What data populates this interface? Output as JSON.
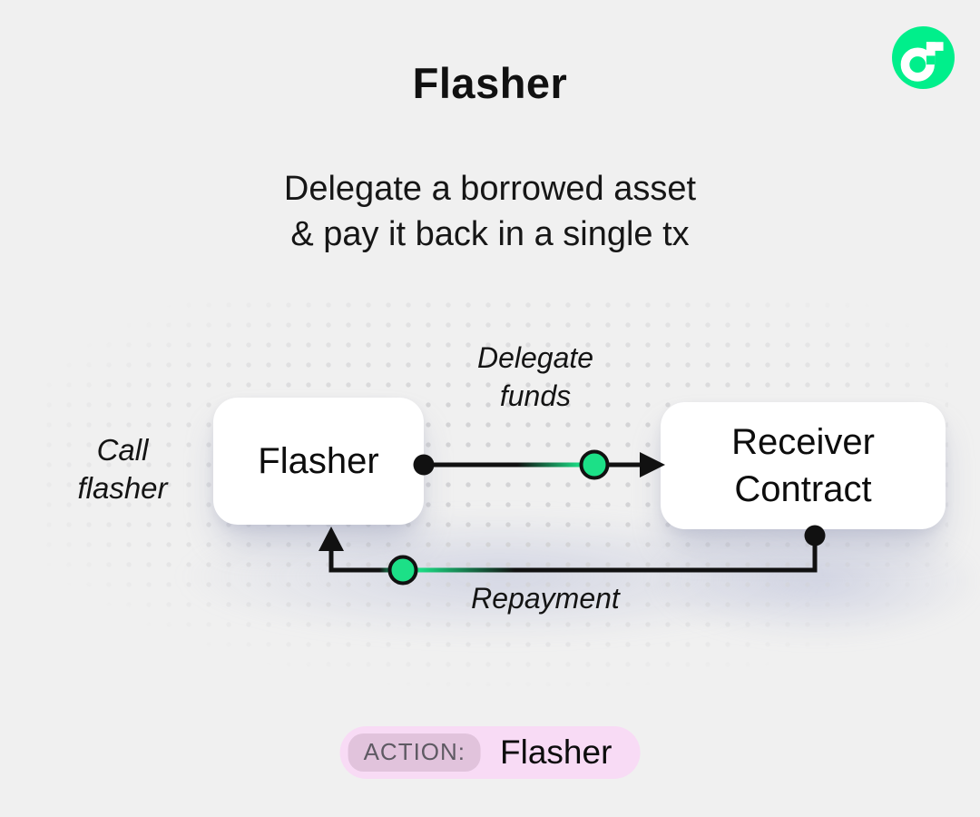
{
  "header": {
    "title": "Flasher",
    "subtitle_line1": "Delegate a borrowed asset",
    "subtitle_line2": "& pay it back in a single tx",
    "logo": "flow-logo"
  },
  "diagram": {
    "nodes": {
      "flasher": {
        "label": "Flasher"
      },
      "receiver": {
        "line1": "Receiver",
        "line2": "Contract"
      }
    },
    "labels": {
      "call_line1": "Call",
      "call_line2": "flasher",
      "delegate_line1": "Delegate",
      "delegate_line2": "funds",
      "repayment": "Repayment"
    },
    "edges": [
      {
        "id": "delegate-funds",
        "from": "Flasher",
        "to": "Receiver Contract",
        "direction": "right"
      },
      {
        "id": "repayment",
        "from": "Receiver Contract",
        "to": "Flasher",
        "direction": "left"
      }
    ]
  },
  "footer": {
    "action_label": "ACTION:",
    "action_value": "Flasher"
  },
  "colors": {
    "background": "#f0f0f0",
    "node_background": "#ffffff",
    "line_black": "#111111",
    "accent_green": "#1ce087",
    "logo_green": "#00ef8b",
    "dot_grid": "#d2d2d4",
    "badge_background": "#f8dbf5",
    "badge_pill_background": "#e1c3dc",
    "badge_pill_text": "#5e5a63"
  }
}
